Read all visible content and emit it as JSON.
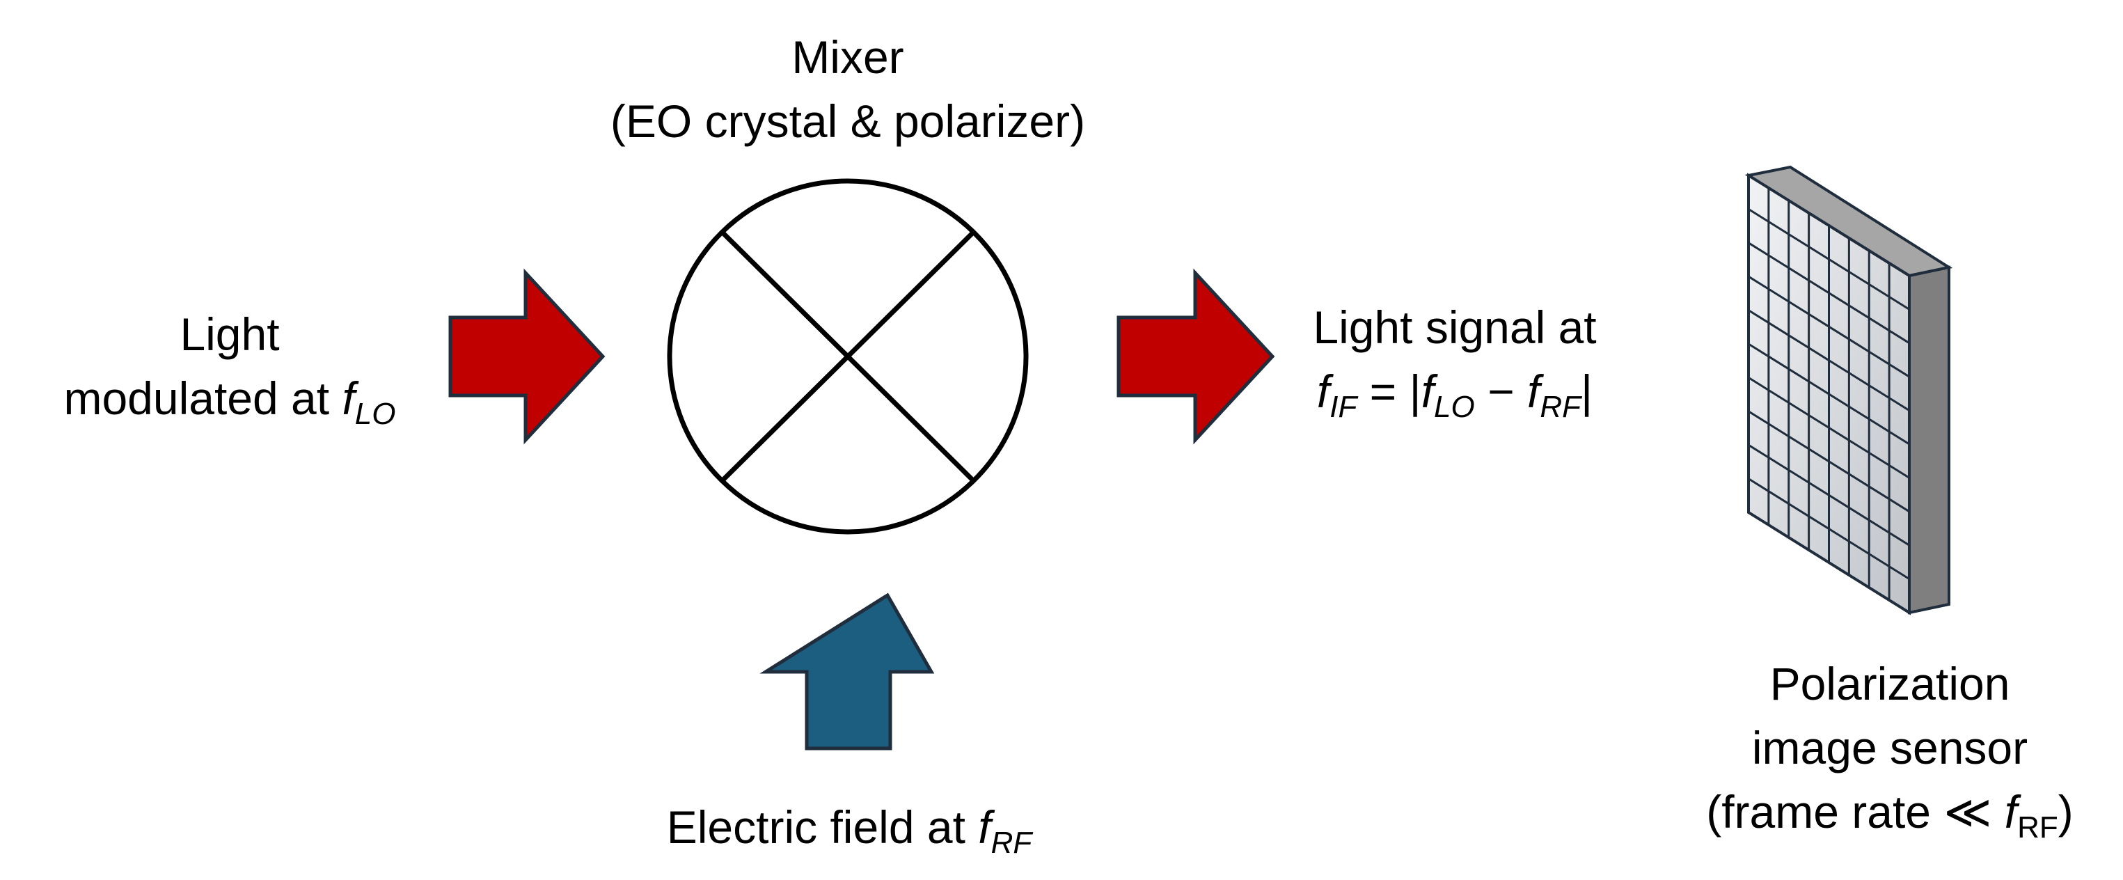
{
  "mixer": {
    "title": "Mixer",
    "subtitle": "(EO crystal & polarizer)"
  },
  "input_light": {
    "line1": "Light",
    "line2_prefix": "modulated at ",
    "f_symbol": "f",
    "f_sub": "LO"
  },
  "output_light": {
    "line1": "Light signal at",
    "f_symbol": "f",
    "f_sub": "IF",
    "equals": " = |",
    "lo_symbol": "f",
    "lo_sub": "LO",
    "minus": " − ",
    "rf_symbol": "f",
    "rf_sub": "RF",
    "close": "|"
  },
  "electric_field": {
    "prefix": "Electric field at ",
    "f_symbol": "f",
    "f_sub": "RF"
  },
  "sensor": {
    "line1": "Polarization",
    "line2": "image sensor",
    "line3_prefix": "(frame rate ≪ ",
    "f_symbol": "f",
    "f_sub": "RF",
    "line3_suffix": ")"
  },
  "colors": {
    "light_arrow": "#C00000",
    "field_arrow": "#1B5E80",
    "arrow_outline": "#1F2D3D",
    "sensor_face": "#D9DCE0",
    "sensor_side": "#7F7F7F",
    "sensor_top": "#A6A6A6"
  }
}
